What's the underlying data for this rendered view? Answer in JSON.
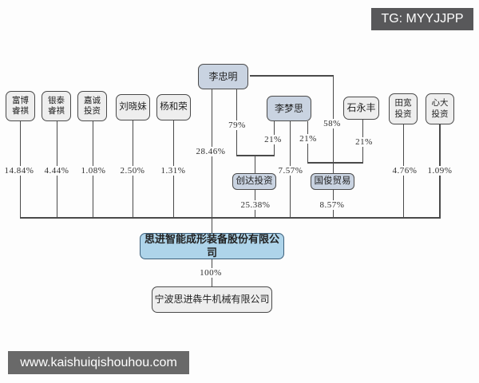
{
  "overlays": {
    "tg_badge": "TG: MYYJJPP",
    "website_bar": "www.kaishuiqishouhou.com"
  },
  "colors": {
    "highlight_box_fill": "#c9d3e1",
    "main_box_fill": "#aed4ea",
    "plain_box_fill": "#eeeeee",
    "line": "#4a4a4a",
    "overlay_badge_bg": "#58585a",
    "overlay_bar_bg": "#696969"
  },
  "nodes": {
    "lizhongming": "李忠明",
    "limengsi": "李梦思",
    "shiyongfeng": "石永丰",
    "fubo": "富博\n睿祺",
    "yintai": "银泰\n睿祺",
    "jiacheng": "嘉诚\n投资",
    "liuxiaomei": "刘晓妹",
    "yangherong": "杨和荣",
    "tiankuan": "田宽\n投资",
    "xinda": "心大\n投资",
    "chuangda": "创达投资",
    "guojun": "国俊贸易",
    "main_company": "思进智能成形装备股份有限公司",
    "subsidiary": "宁波思进犇牛机械有限公司"
  },
  "percentages": {
    "fubo_main": "14.84%",
    "yintai_main": "4.44%",
    "jiacheng_main": "1.08%",
    "liuxiaomei_main": "2.50%",
    "yangherong_main": "1.31%",
    "lizhongming_main": "28.46%",
    "lizhongming_chuangda": "79%",
    "limengsi_chuangda": "21%",
    "limengsi_main": "7.57%",
    "limengsi_guojun": "21%",
    "lizhongming_guojun": "58%",
    "shiyongfeng_guojun": "21%",
    "chuangda_main": "25.38%",
    "guojun_main": "8.57%",
    "tiankuan_main": "4.76%",
    "xinda_main": "1.09%",
    "main_subsidiary": "100%"
  }
}
